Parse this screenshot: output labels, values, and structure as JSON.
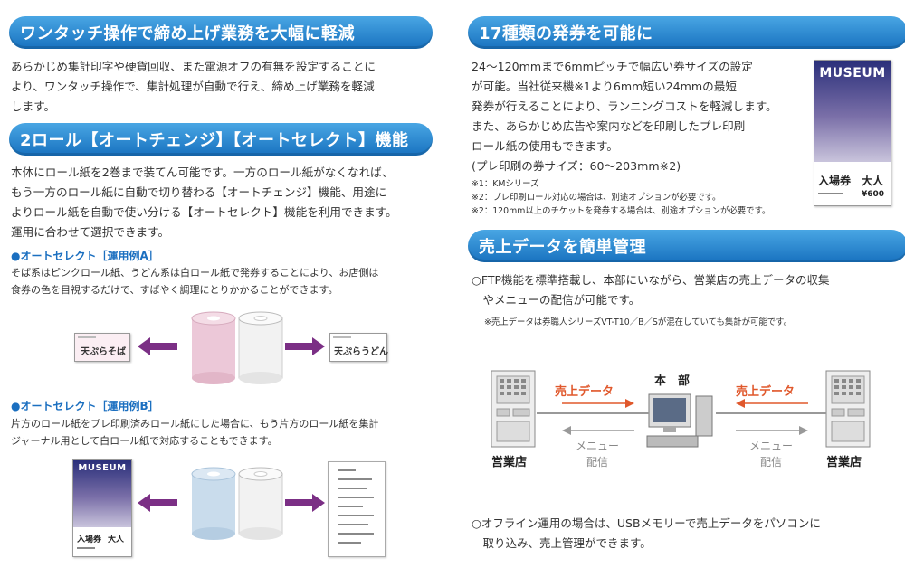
{
  "left": {
    "section1": {
      "title": "ワンタッチ操作で締め上げ業務を大幅に軽減",
      "lines": [
        "あらかじめ集計印字や硬貨回収、また電源オフの有無を設定することに",
        "より、ワンタッチ操作で、集計処理が自動で行え、締め上げ業務を軽減",
        "します。"
      ]
    },
    "section2": {
      "title": "2ロール【オートチェンジ】【オートセレクト】機能",
      "lines": [
        "本体にロール紙を2巻まで装てん可能です。一方のロール紙がなくなれば、",
        "もう一方のロール紙に自動で切り替わる【オートチェンジ】機能、用途に",
        "よりロール紙を自動で使い分ける【オートセレクト】機能を利用できます。",
        "運用に合わせて選択できます。"
      ]
    },
    "exampleA": {
      "heading": "●オートセレクト［運用例A］",
      "lines": [
        "そば系はピンクロール紙、うどん系は白ロール紙で発券することにより、お店側は",
        "食券の色を目視するだけで、すばやく調理にとりかかることができます。"
      ],
      "ticket_left": "天ぷらそば",
      "ticket_right": "天ぷらうどん"
    },
    "exampleB": {
      "heading": "●オートセレクト［運用例B］",
      "lines": [
        "片方のロール紙をプレ印刷済みロール紙にした場合に、もう片方のロール紙を集計",
        "ジャーナル用として白ロール紙で対応することもできます。"
      ],
      "museum_title": "MUSEUM",
      "museum_label1": "入場券",
      "museum_label2": "大人"
    }
  },
  "right": {
    "section3": {
      "title": "17種類の発券を可能に",
      "lines": [
        "24～120mmまで6mmピッチで幅広い券サイズの設定",
        "が可能。当社従来機※1より6mm短い24mmの最短",
        "発券が行えることにより、ランニングコストを軽減します。",
        "また、あらかじめ広告や案内などを印刷したプレ印刷",
        "ロール紙の使用もできます。",
        "(プレ印刷の券サイズ：60～203mm※2)"
      ],
      "notes": [
        "※1：KMシリーズ",
        "※2：プレ印刷ロール対応の場合は、別途オプションが必要です。",
        "※2：120mm以上のチケットを発券する場合は、別途オプションが必要です。"
      ],
      "museum_title": "MUSEUM",
      "museum_label1": "入場券",
      "museum_label2": "大人",
      "museum_price": "¥600"
    },
    "section4": {
      "title": "売上データを簡単管理",
      "lines": [
        "○FTP機能を標準搭載し、本部にいながら、営業店の売上データの収集",
        "　やメニューの配信が可能です。"
      ],
      "note": "※売上データは券職人シリーズVT-T10／B／Sが混在していても集計が可能です。",
      "diagram": {
        "hq_label": "本　部",
        "sales_data_left": "売上データ",
        "sales_data_right": "売上データ",
        "menu_left_1": "メニュー",
        "menu_left_2": "配信",
        "menu_right_1": "メニュー",
        "menu_right_2": "配信",
        "store_left": "営業店",
        "store_right": "営業店"
      },
      "footer_lines": [
        "○オフライン運用の場合は、USBメモリーで売上データをパソコンに",
        "　取り込み、売上管理ができます。"
      ]
    }
  },
  "colors": {
    "banner_top": "#49a6e4",
    "banner_bottom": "#1872c0",
    "accent_blue": "#1b6fc0",
    "arrow_purple": "#7b2f85",
    "roll_pink": "#ecc8d8",
    "roll_blue": "#c9dcec",
    "sales_red": "#e0582c"
  }
}
